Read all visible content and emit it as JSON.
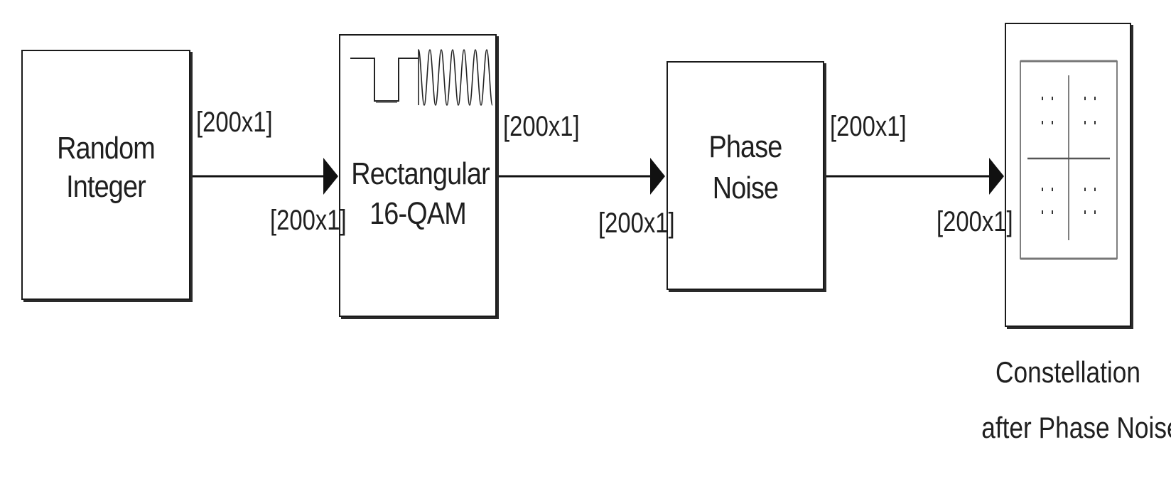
{
  "blocks": {
    "random_integer": {
      "line1": "Random",
      "line2": "Integer"
    },
    "qam": {
      "line1": "Rectangular",
      "line2": "16-QAM"
    },
    "phase_noise": {
      "line1": "Phase",
      "line2": "Noise"
    },
    "constellation": {
      "caption_line1": "Constellation",
      "caption_line2": "after Phase Noise"
    }
  },
  "signals": {
    "s1_out": "[200x1]",
    "s1_in": "[200x1]",
    "s2_out": "[200x1]",
    "s2_in": "[200x1]",
    "s3_out": "[200x1]",
    "s3_in": "[200x1]"
  }
}
